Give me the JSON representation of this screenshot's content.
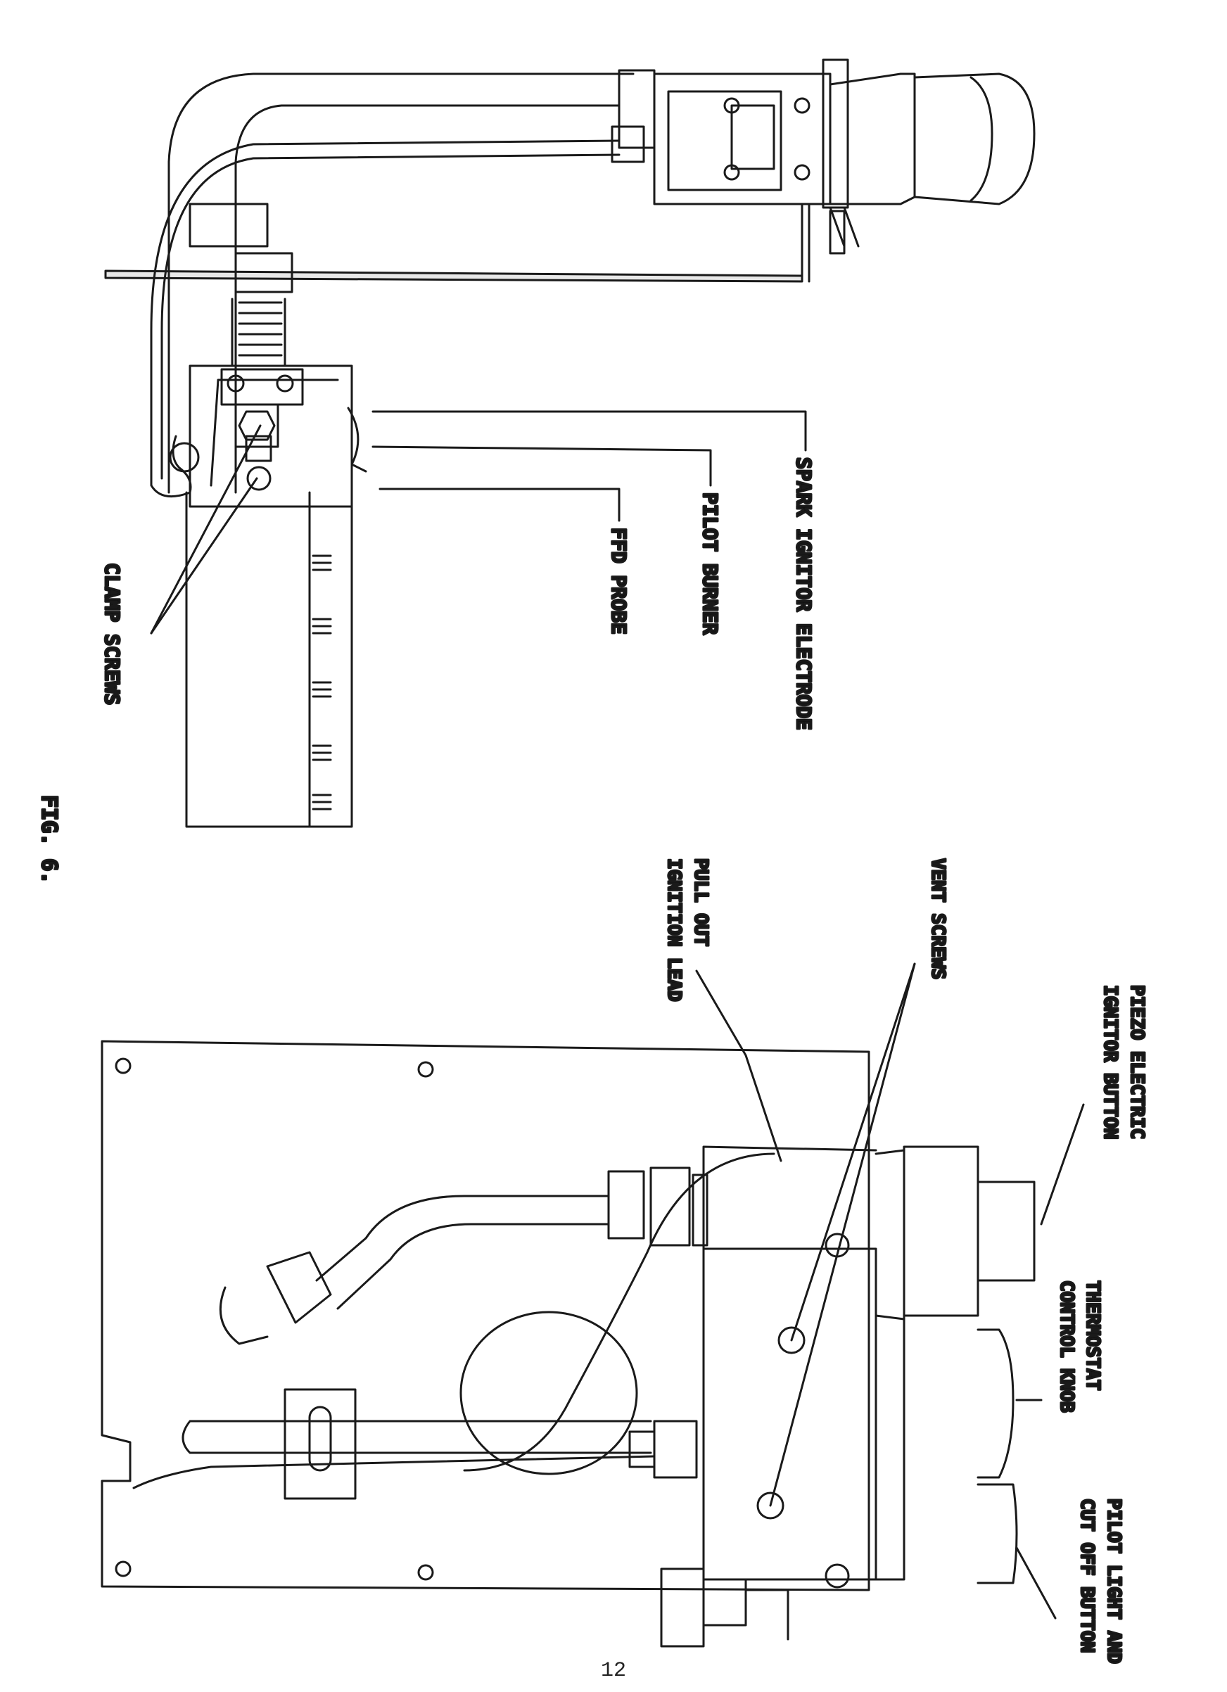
{
  "labels": {
    "clamp_screws": "CLAMP SCREWS",
    "ffd_probe": "FFD PROBE",
    "pilot_burner": "PILOT BURNER",
    "spark_ignitor": "SPARK IGNITOR ELECTRODE",
    "fig": "FIG. 6.",
    "pull_out_line1": "PULL OUT",
    "pull_out_line2": "IGNITION LEAD",
    "vent_screws": "VENT SCREWS",
    "piezo_line1": "PIEZO ELECTRIC",
    "piezo_line2": "IGNITOR BUTTON",
    "thermostat_line1": "THERMOSTAT",
    "thermostat_line2": "CONTROL KNOB",
    "pilot_light_line1": "PILOT LIGHT AND",
    "pilot_light_line2": "CUT OFF BUTTON"
  },
  "page_number": "12"
}
